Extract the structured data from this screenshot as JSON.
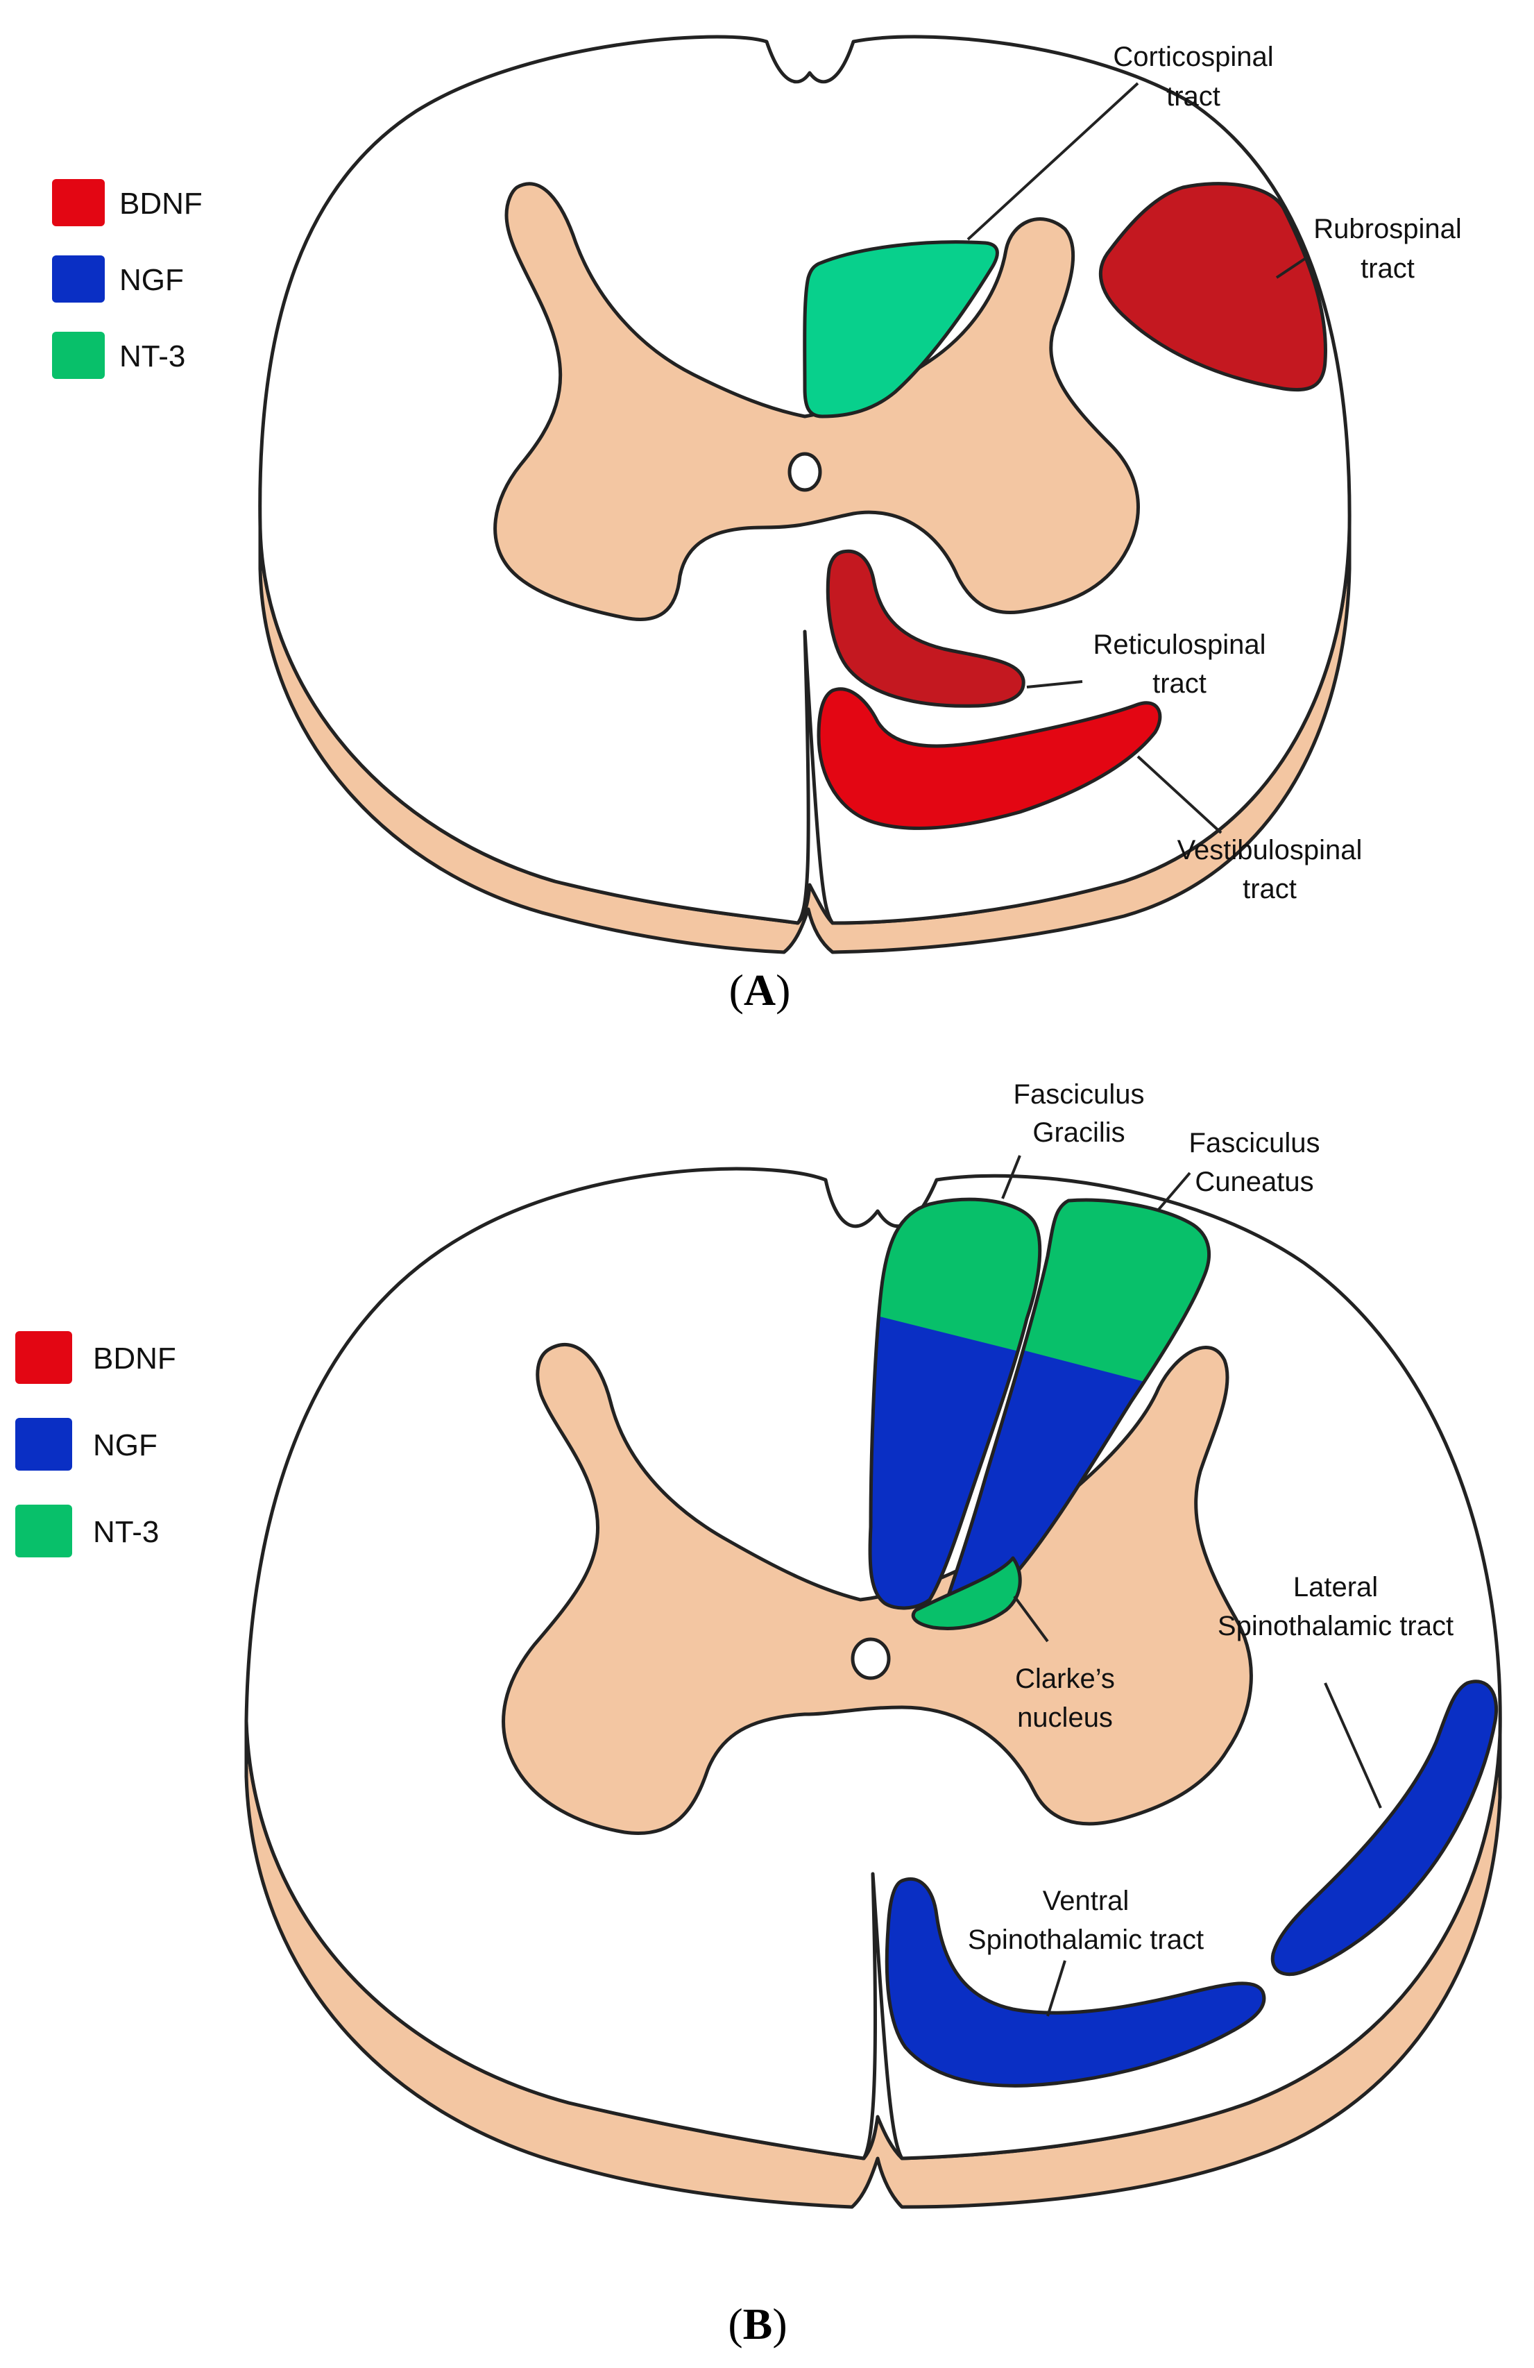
{
  "colors": {
    "bdnf": "#e30613",
    "bdnf_dark": "#c41820",
    "ngf": "#0a2fc4",
    "nt3": "#08c06a",
    "nt3_light": "#08d08c",
    "grey_matter": "#f3c6a2",
    "white_matter": "#ffffff",
    "stroke": "#222222"
  },
  "legend_a": [
    {
      "label": "BDNF",
      "color_key": "bdnf"
    },
    {
      "label": "NGF",
      "color_key": "ngf"
    },
    {
      "label": "NT-3",
      "color_key": "nt3"
    }
  ],
  "legend_b": [
    {
      "label": "BDNF",
      "color_key": "bdnf"
    },
    {
      "label": "NGF",
      "color_key": "ngf"
    },
    {
      "label": "NT-3",
      "color_key": "nt3"
    }
  ],
  "panel_a": {
    "tag_open": "(",
    "tag_letter": "A",
    "tag_close": ")",
    "corticospinal": [
      "Corticospinal",
      "tract"
    ],
    "rubrospinal": [
      "Rubrospinal",
      "tract"
    ],
    "reticulospinal": [
      "Reticulospinal",
      "tract"
    ],
    "vestibulospinal": [
      "Vestibulospinal",
      "tract"
    ]
  },
  "panel_b": {
    "tag_open": "(",
    "tag_letter": "B",
    "tag_close": ")",
    "fasciculus_gracilis": [
      "Fasciculus",
      "Gracilis"
    ],
    "fasciculus_cuneatus": [
      "Fasciculus",
      "Cuneatus"
    ],
    "clarkes_nucleus": [
      "Clarke’s",
      "nucleus"
    ],
    "lateral_spinothalamic": [
      "Lateral",
      "Spinothalamic tract"
    ],
    "ventral_spinothalamic": [
      "Ventral",
      "Spinothalamic tract"
    ]
  }
}
